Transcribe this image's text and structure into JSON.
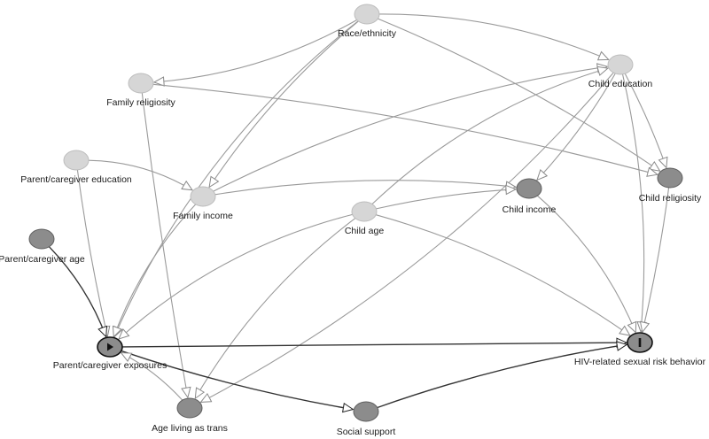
{
  "colors": {
    "light_node": "#d6d6d6",
    "light_stroke": "#bdbdbd",
    "dark_node": "#8c8c8c",
    "dark_stroke": "#5e5e5e",
    "edge": "#9a9a9a",
    "causal_edge": "#333333"
  },
  "nodes": [
    {
      "id": "race",
      "label": "Race/ethnicity",
      "type": "light"
    },
    {
      "id": "famrel",
      "label": "Family religiosity",
      "type": "light"
    },
    {
      "id": "childedu",
      "label": "Child education",
      "type": "light"
    },
    {
      "id": "pcedu",
      "label": "Parent/caregiver education",
      "type": "light"
    },
    {
      "id": "faminc",
      "label": "Family income",
      "type": "light"
    },
    {
      "id": "childage",
      "label": "Child age",
      "type": "light"
    },
    {
      "id": "childinc",
      "label": "Child income",
      "type": "dark"
    },
    {
      "id": "childrel",
      "label": "Child religiosity",
      "type": "dark"
    },
    {
      "id": "pcage",
      "label": "Parent/caregiver age",
      "type": "dark"
    },
    {
      "id": "exposure",
      "label": "Parent/caregiver exposures",
      "type": "exposure",
      "icon": "play-icon"
    },
    {
      "id": "outcome",
      "label": "HIV-related sexual risk behavior",
      "type": "outcome",
      "icon": "bar-icon"
    },
    {
      "id": "agetrans",
      "label": "Age living as trans",
      "type": "dark"
    },
    {
      "id": "social",
      "label": "Social support",
      "type": "dark"
    }
  ],
  "edges": [
    {
      "from": "race",
      "to": "famrel"
    },
    {
      "from": "race",
      "to": "childedu"
    },
    {
      "from": "race",
      "to": "faminc"
    },
    {
      "from": "race",
      "to": "exposure"
    },
    {
      "from": "race",
      "to": "childrel"
    },
    {
      "from": "famrel",
      "to": "childrel"
    },
    {
      "from": "famrel",
      "to": "agetrans"
    },
    {
      "from": "childedu",
      "to": "childinc"
    },
    {
      "from": "childedu",
      "to": "childrel"
    },
    {
      "from": "childedu",
      "to": "outcome"
    },
    {
      "from": "childedu",
      "to": "agetrans"
    },
    {
      "from": "pcedu",
      "to": "faminc"
    },
    {
      "from": "pcedu",
      "to": "exposure"
    },
    {
      "from": "faminc",
      "to": "childedu"
    },
    {
      "from": "faminc",
      "to": "childinc"
    },
    {
      "from": "faminc",
      "to": "exposure"
    },
    {
      "from": "childage",
      "to": "childedu"
    },
    {
      "from": "childage",
      "to": "childinc"
    },
    {
      "from": "childage",
      "to": "exposure"
    },
    {
      "from": "childage",
      "to": "agetrans"
    },
    {
      "from": "childage",
      "to": "outcome"
    },
    {
      "from": "childinc",
      "to": "outcome"
    },
    {
      "from": "childrel",
      "to": "outcome"
    },
    {
      "from": "pcage",
      "to": "exposure",
      "causal": true
    },
    {
      "from": "exposure",
      "to": "outcome",
      "causal": true
    },
    {
      "from": "exposure",
      "to": "social",
      "causal": true
    },
    {
      "from": "social",
      "to": "outcome",
      "causal": true
    },
    {
      "from": "agetrans",
      "to": "exposure"
    }
  ]
}
